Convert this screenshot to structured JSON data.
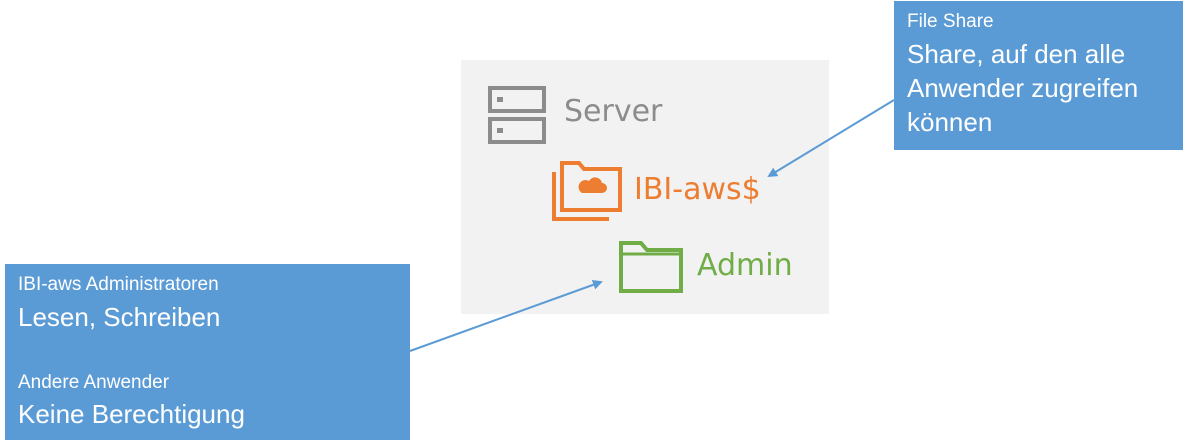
{
  "server": {
    "label": "Server",
    "icon": "server-icon"
  },
  "share": {
    "label": "IBI-aws$",
    "icon": "cloud-folder-icon",
    "color": "#ed7d31"
  },
  "subfolder": {
    "label": "Admin",
    "icon": "folder-icon",
    "color": "#70ad47"
  },
  "callouts": {
    "fileshare": {
      "title": "File Share",
      "description": "Share, auf den alle\nAnwender zugreifen\nkönnen"
    },
    "permissions": {
      "group1": "IBI-aws Administratoren",
      "perm1": "Lesen, Schreiben",
      "group2": "Andere Anwender",
      "perm2": "Keine Berechtigung"
    }
  },
  "colors": {
    "callout_bg": "#5b9bd5",
    "panel_bg": "#f2f2f2",
    "server_gray": "#8c8c8c"
  }
}
